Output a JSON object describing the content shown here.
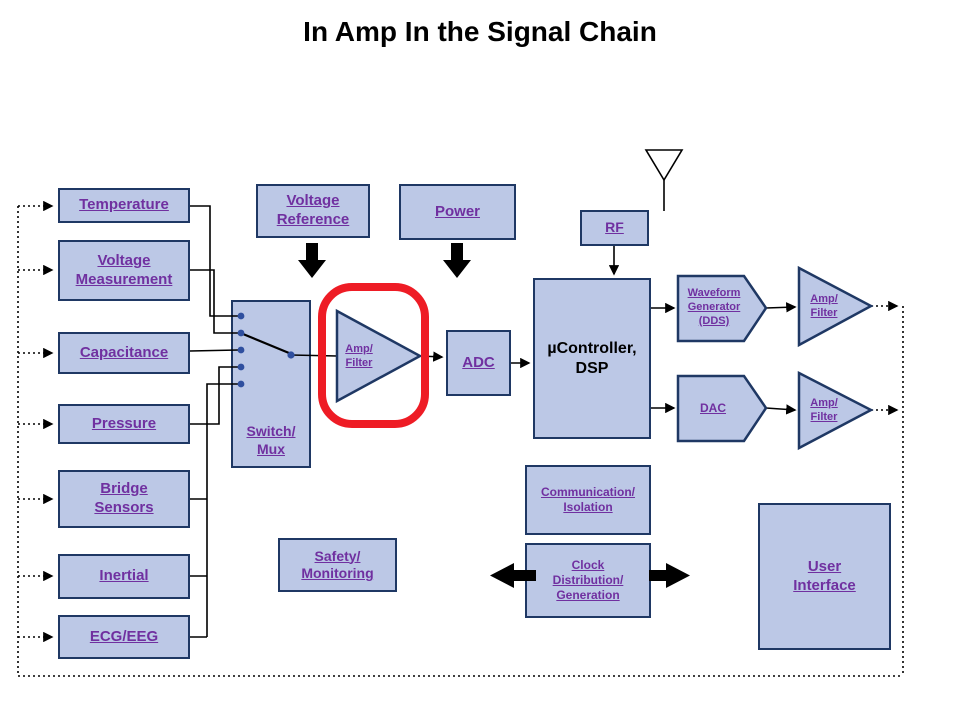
{
  "title": "In Amp In the Signal Chain",
  "colors": {
    "box_fill": "#bcc8e6",
    "box_border": "#1f3864",
    "label": "#7030a0",
    "line": "#000000",
    "highlight": "#ee1c25",
    "switch_node": "#2f4f9f"
  },
  "sensors": [
    {
      "label": "Temperature"
    },
    {
      "label": "Voltage\nMeasurement"
    },
    {
      "label": "Capacitance"
    },
    {
      "label": "Pressure"
    },
    {
      "label": "Bridge\nSensors"
    },
    {
      "label": "Inertial"
    },
    {
      "label": "ECG/EEG"
    }
  ],
  "blocks": {
    "voltage_reference": {
      "label": "Voltage\nReference"
    },
    "power": {
      "label": "Power"
    },
    "rf": {
      "label": "RF"
    },
    "switch_mux": {
      "label": "Switch/\nMux"
    },
    "amp_filter_main": {
      "label": "Amp/\nFilter"
    },
    "adc": {
      "label": "ADC"
    },
    "microcontroller": {
      "label": "µController,\nDSP"
    },
    "waveform_generator": {
      "label": "Waveform\nGenerator\n(DDS)"
    },
    "dac": {
      "label": "DAC"
    },
    "amp_filter_top": {
      "label": "Amp/\nFilter"
    },
    "amp_filter_bottom": {
      "label": "Amp/\nFilter"
    },
    "communication_isolation": {
      "label": "Communication/\nIsolation"
    },
    "clock_distribution": {
      "label": "Clock\nDistribution/\nGeneration"
    },
    "safety_monitoring": {
      "label": "Safety/\nMonitoring"
    },
    "user_interface": {
      "label": "User\nInterface"
    }
  }
}
